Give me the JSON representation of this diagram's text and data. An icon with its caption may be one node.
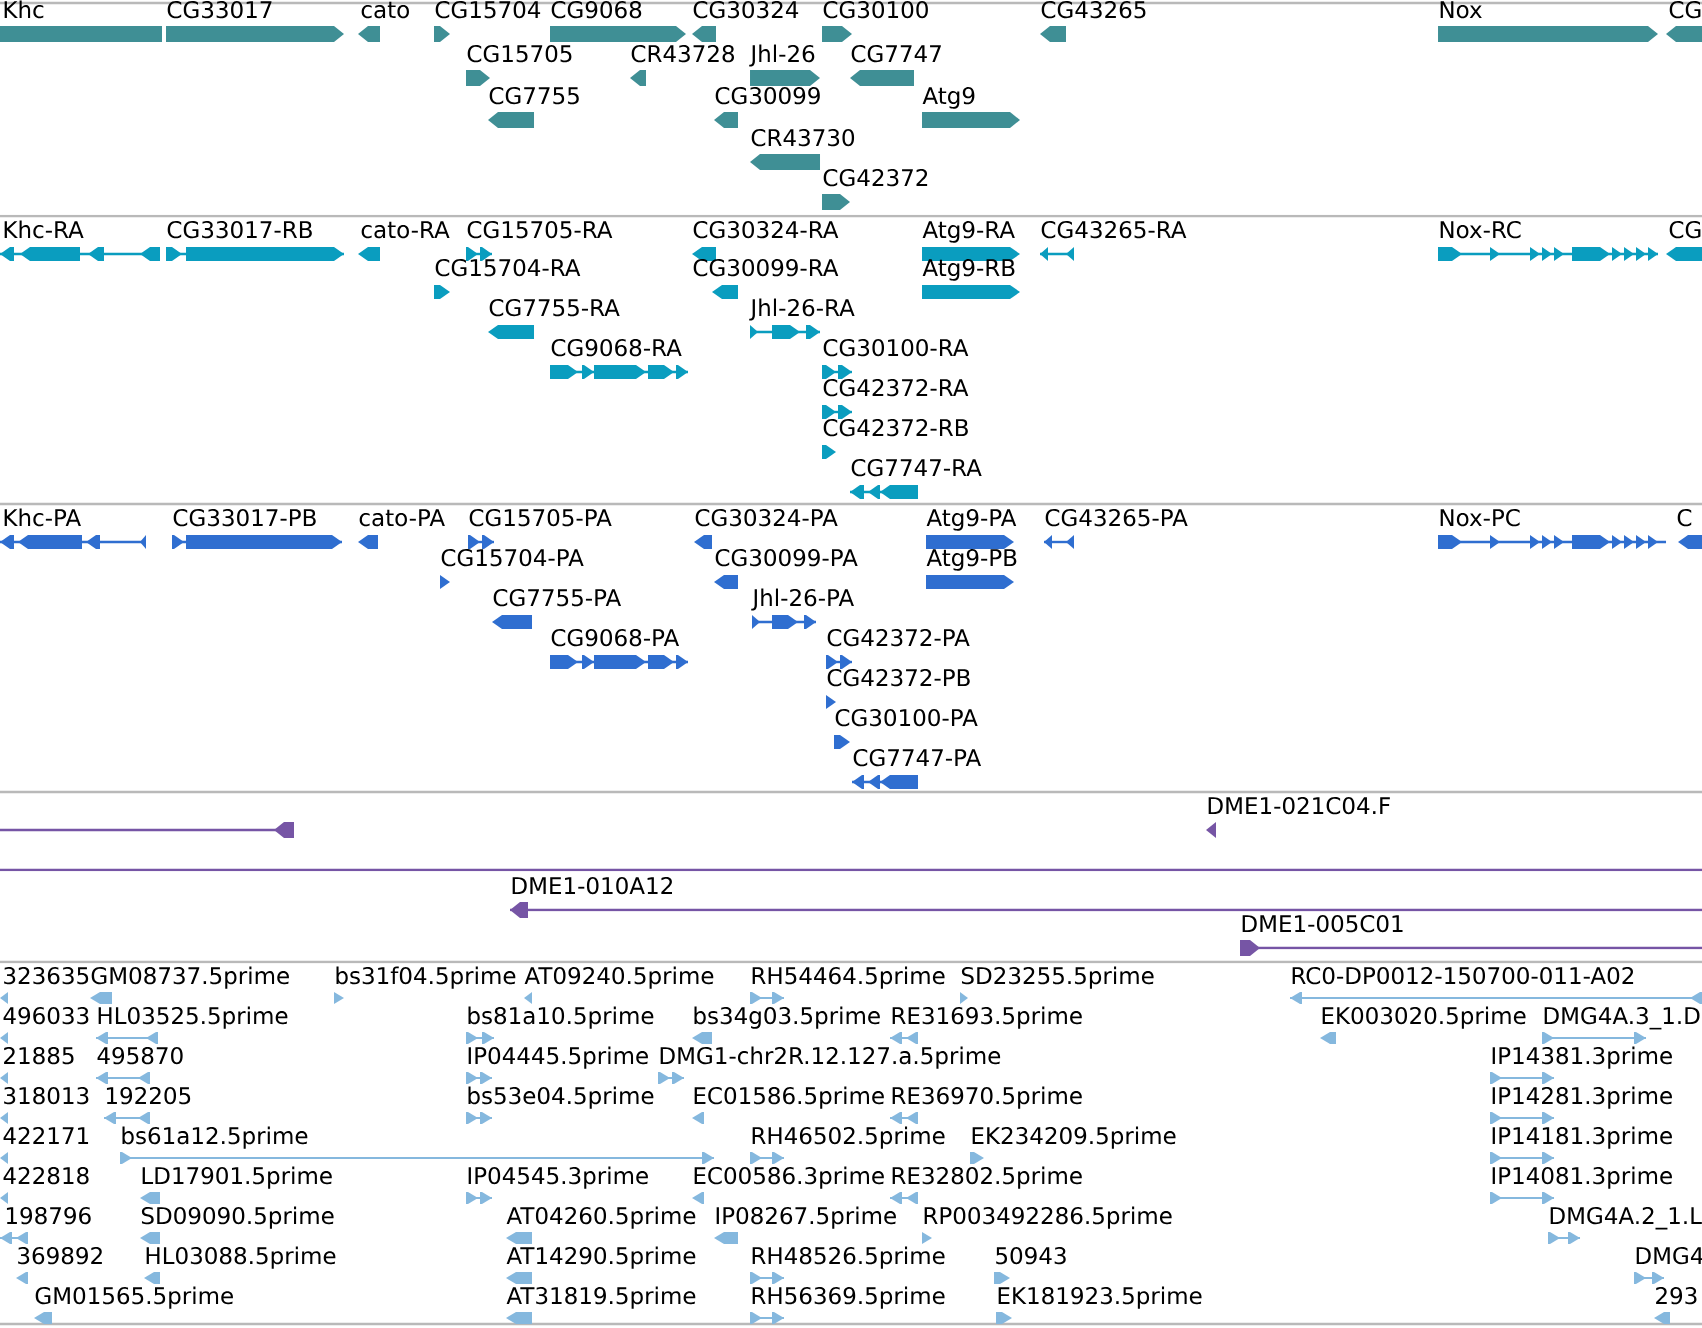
{
  "diagram": {
    "nodes": [
      {
        "text": [
          "Khc"
        ]
      },
      {
        "text": [
          "CG33017"
        ]
      },
      {
        "text": [
          "cato"
        ]
      },
      {
        "text": [
          "CG15704"
        ]
      },
      {
        "text": [
          "CG9068"
        ]
      },
      {
        "text": [
          "CG30324"
        ]
      },
      {
        "text": [
          "CG30100"
        ]
      },
      {
        "text": [
          "CG43265"
        ]
      },
      {
        "text": [
          "Nox"
        ]
      },
      {
        "text": [
          "CG"
        ]
      },
      {
        "text": [
          "CG15705"
        ]
      },
      {
        "text": [
          "CR43728"
        ]
      },
      {
        "text": [
          "Jhl-26"
        ]
      },
      {
        "text": [
          "CG7747"
        ]
      },
      {
        "text": [
          "CG7755"
        ]
      },
      {
        "text": [
          "CG30099"
        ]
      },
      {
        "text": [
          "Atg9"
        ]
      },
      {
        "text": [
          "CR43730"
        ]
      },
      {
        "text": [
          "CG42372"
        ]
      },
      {
        "text": [
          "Khc-RA"
        ]
      },
      {
        "text": [
          "CG33017-RB"
        ]
      },
      {
        "text": [
          "cato-RA"
        ]
      },
      {
        "text": [
          "CG15705-RA"
        ]
      },
      {
        "text": [
          "CG30324-RA"
        ]
      },
      {
        "text": [
          "Atg9-RA"
        ]
      },
      {
        "text": [
          "CG43265-RA"
        ]
      },
      {
        "text": [
          "Nox-RC"
        ]
      },
      {
        "text": [
          "CG"
        ]
      },
      {
        "text": [
          "CG15704-RA"
        ]
      },
      {
        "text": [
          "CG30099-RA"
        ]
      },
      {
        "text": [
          "Atg9-RB"
        ]
      },
      {
        "text": [
          "CG7755-RA"
        ]
      },
      {
        "text": [
          "Jhl-26-RA"
        ]
      },
      {
        "text": [
          "CG9068-RA"
        ]
      },
      {
        "text": [
          "CG30100-RA"
        ]
      },
      {
        "text": [
          "CG42372-RA"
        ]
      },
      {
        "text": [
          "CG42372-RB"
        ]
      },
      {
        "text": [
          "CG7747-RA"
        ]
      },
      {
        "text": [
          "Khc-PA"
        ]
      },
      {
        "text": [
          "CG33017-PB"
        ]
      },
      {
        "text": [
          "cato-PA"
        ]
      },
      {
        "text": [
          "CG15705-PA"
        ]
      },
      {
        "text": [
          "CG30324-PA"
        ]
      },
      {
        "text": [
          "Atg9-PA"
        ]
      },
      {
        "text": [
          "CG43265-PA"
        ]
      },
      {
        "text": [
          "Nox-PC"
        ]
      },
      {
        "text": [
          "C"
        ]
      },
      {
        "text": [
          "CG15704-PA"
        ]
      },
      {
        "text": [
          "CG30099-PA"
        ]
      },
      {
        "text": [
          "Atg9-PB"
        ]
      },
      {
        "text": [
          "CG7755-PA"
        ]
      },
      {
        "text": [
          "Jhl-26-PA"
        ]
      },
      {
        "text": [
          "CG9068-PA"
        ]
      },
      {
        "text": [
          "CG42372-PA"
        ]
      },
      {
        "text": [
          "CG42372-PB"
        ]
      },
      {
        "text": [
          "CG30100-PA"
        ]
      },
      {
        "text": [
          "CG7747-PA"
        ]
      },
      {
        "text": [],
        "shape": "bar"
      },
      {
        "text": [
          "DME1-021C04.F"
        ]
      },
      {
        "text": [],
        "shape": "bar"
      },
      {
        "text": [
          "DME1-010A12"
        ]
      },
      {
        "text": [
          "DME1-005C01"
        ]
      },
      {
        "text": [
          "323635"
        ]
      },
      {
        "text": [
          "GM08737.5prime"
        ]
      },
      {
        "text": [
          "bs31f04.5prime"
        ]
      },
      {
        "text": [
          "AT09240.5prime"
        ]
      },
      {
        "text": [
          "RH54464.5prime"
        ]
      },
      {
        "text": [
          "SD23255.5prime"
        ]
      },
      {
        "text": [
          "RC0-DP0012-150700-011-A02"
        ]
      },
      {
        "text": [
          "496033"
        ]
      },
      {
        "text": [
          "HL03525.5prime"
        ]
      },
      {
        "text": [
          "bs81a10.5prime"
        ]
      },
      {
        "text": [
          "bs34g03.5prime"
        ]
      },
      {
        "text": [
          "RE31693.5prime"
        ]
      },
      {
        "text": [
          "EK003020.5prime"
        ]
      },
      {
        "text": [
          "DMG4A.3_1.D"
        ]
      },
      {
        "text": [
          "21885"
        ]
      },
      {
        "text": [
          "495870"
        ]
      },
      {
        "text": [
          "IP04445.5prime"
        ]
      },
      {
        "text": [
          "DMG1-chr2R.12.127.a.5prime"
        ]
      },
      {
        "text": [
          "IP14381.3prime"
        ]
      },
      {
        "text": [
          "318013"
        ]
      },
      {
        "text": [
          "192205"
        ]
      },
      {
        "text": [
          "bs53e04.5prime"
        ]
      },
      {
        "text": [
          "EC01586.5prime"
        ]
      },
      {
        "text": [
          "RE36970.5prime"
        ]
      },
      {
        "text": [
          "IP14281.3prime"
        ]
      },
      {
        "text": [
          "422171"
        ]
      },
      {
        "text": [
          "bs61a12.5prime"
        ]
      },
      {
        "text": [
          "RH46502.5prime"
        ]
      },
      {
        "text": [
          "EK234209.5prime"
        ]
      },
      {
        "text": [
          "IP14181.3prime"
        ]
      },
      {
        "text": [
          "422818"
        ]
      },
      {
        "text": [
          "LD17901.5prime"
        ]
      },
      {
        "text": [
          "IP04545.3prime"
        ]
      },
      {
        "text": [
          "EC00586.3prime"
        ]
      },
      {
        "text": [
          "RE32802.5prime"
        ]
      },
      {
        "text": [
          "IP14081.3prime"
        ]
      },
      {
        "text": [
          "198796"
        ]
      },
      {
        "text": [
          "SD09090.5prime"
        ]
      },
      {
        "text": [
          "AT04260.5prime"
        ]
      },
      {
        "text": [
          "IP08267.5prime"
        ]
      },
      {
        "text": [
          "RP003492286.5prime"
        ]
      },
      {
        "text": [
          "DMG4A.2_1.L"
        ]
      },
      {
        "text": [
          "369892"
        ]
      },
      {
        "text": [
          "HL03088.5prime"
        ]
      },
      {
        "text": [
          "AT14290.5prime"
        ]
      },
      {
        "text": [
          "RH48526.5prime"
        ]
      },
      {
        "text": [
          "50943"
        ]
      },
      {
        "text": [
          "DMG4"
        ]
      },
      {
        "text": [
          "GM01565.5prime"
        ]
      },
      {
        "text": [
          "AT31819.5prime"
        ]
      },
      {
        "text": [
          "RH56369.5prime"
        ]
      },
      {
        "text": [
          "EK181923.5prime"
        ]
      },
      {
        "text": [
          "293"
        ]
      }
    ]
  }
}
